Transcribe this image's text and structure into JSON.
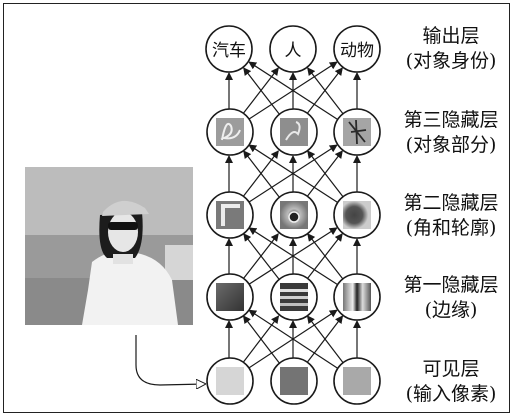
{
  "layers": [
    {
      "name": "输出层",
      "desc": "(对象身份)",
      "nodes": [
        "汽车",
        "人",
        "动物"
      ]
    },
    {
      "name": "第三隐藏层",
      "desc": "(对象部分)"
    },
    {
      "name": "第二隐藏层",
      "desc": "(角和轮廓)"
    },
    {
      "name": "第一隐藏层",
      "desc": "(边缘)"
    },
    {
      "name": "可见层",
      "desc": "(输入像素)"
    }
  ],
  "colors": {
    "stroke": "#1a1a1a",
    "input_pixels": [
      "#d6d6d6",
      "#747474",
      "#a9a9a9"
    ]
  }
}
